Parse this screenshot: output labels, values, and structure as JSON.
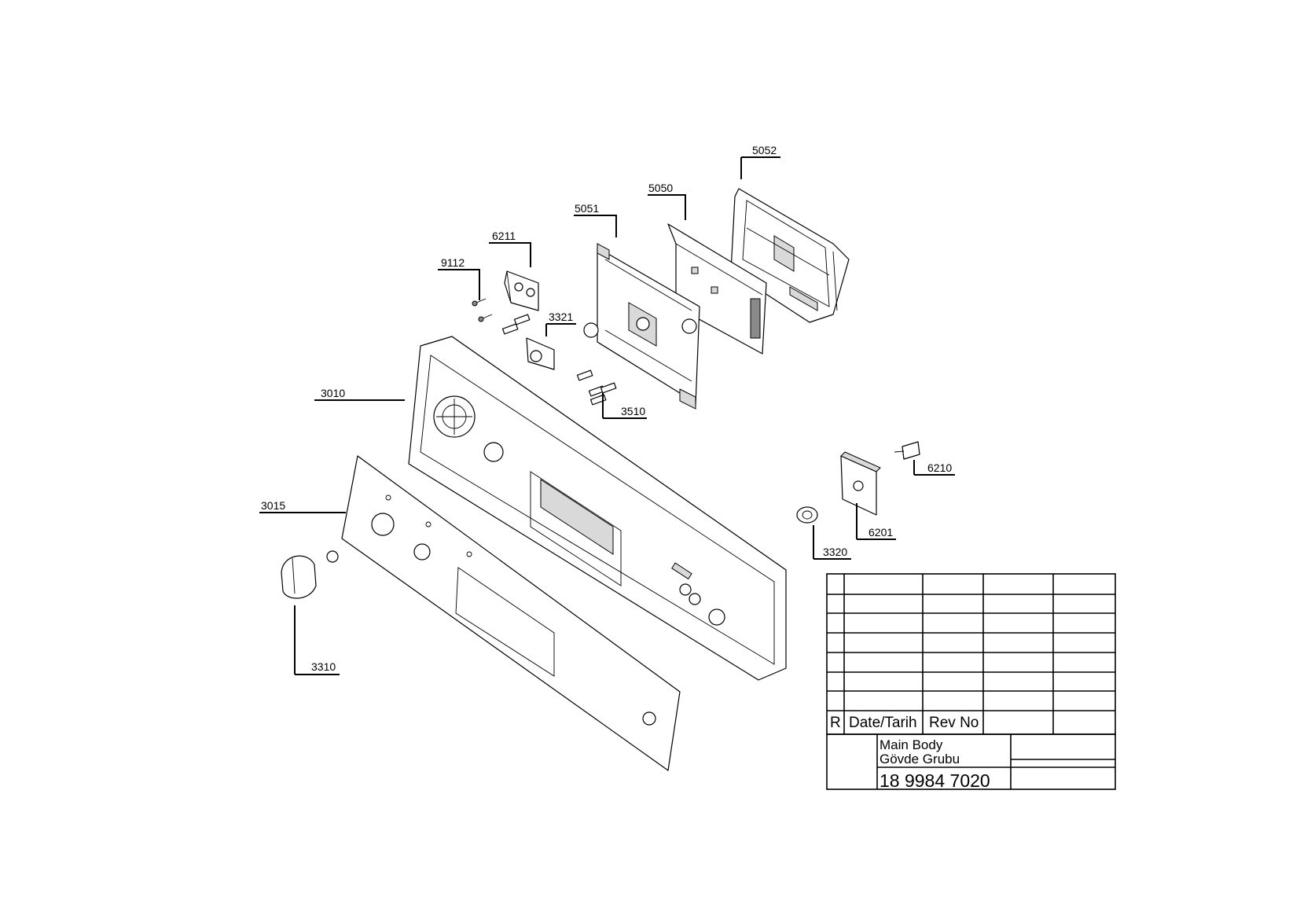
{
  "callouts": {
    "c5052": "5052",
    "c5050": "5050",
    "c5051": "5051",
    "c6211": "6211",
    "c9112": "9112",
    "c3321": "3321",
    "c3010": "3010",
    "c3510": "3510",
    "c3015": "3015",
    "c3310": "3310",
    "c6210": "6210",
    "c6201": "6201",
    "c3320": "3320"
  },
  "title_block": {
    "rev_col_r": "R",
    "rev_col_date": "Date/Tarih",
    "rev_col_revno": "Rev No",
    "title_en": "Main Body",
    "title_tr": "Gövde Grubu",
    "part_number": "18 9984 7020"
  }
}
